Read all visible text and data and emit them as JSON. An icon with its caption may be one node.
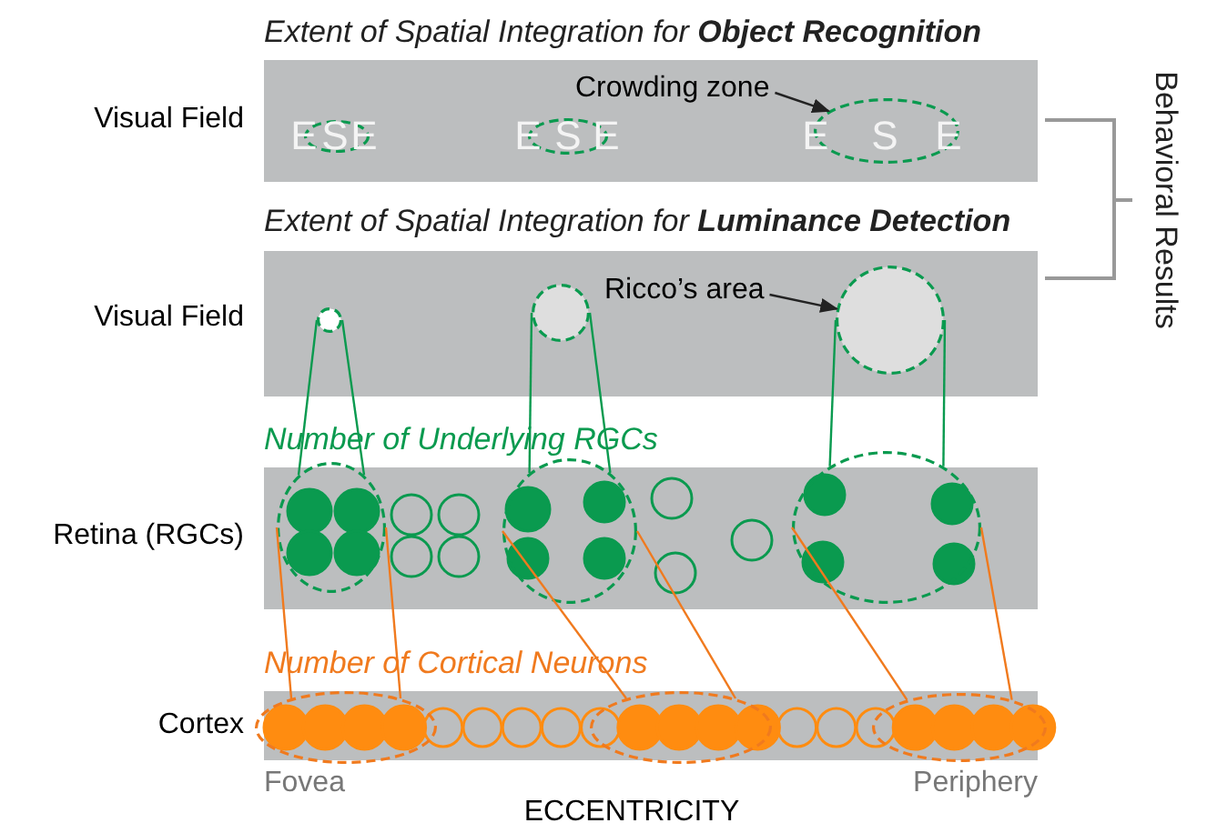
{
  "diagram": {
    "nodes": [
      {
        "text": [
          "Extent of Spatial Integration for **Object Recognition**"
        ],
        "beside": [
          "Visual Field"
        ]
      },
      {
        "text": [],
        "shape": "ellipse",
        "in": 0
      },
      {
        "text": [],
        "shape": "ellipse",
        "in": 0
      },
      {
        "text": [],
        "shape": "ellipse",
        "in": 0
      },
      {
        "text": [
          "Crowding zone"
        ],
        "in": 0
      },
      {
        "text": [
          "Extent of Spatial Integration for **Luminance Detection**"
        ],
        "beside": [
          "Visual Field"
        ]
      },
      {
        "text": [],
        "shape": "circle",
        "in": 5
      },
      {
        "text": [],
        "shape": "circle",
        "in": 5
      },
      {
        "text": [],
        "shape": "circle",
        "in": 5
      },
      {
        "text": [
          "Ricco’s area"
        ],
        "in": 5
      },
      {
        "text": [
          "Number of Underlying RGCs"
        ],
        "beside": [
          "Retina (RGCs)"
        ]
      },
      {
        "text": [],
        "shape": "ellipse",
        "in": 10
      },
      {
        "text": [],
        "shape": "ellipse",
        "in": 10
      },
      {
        "text": [],
        "shape": "ellipse",
        "in": 10
      },
      {
        "text": [
          "Number of Cortical Neurons"
        ],
        "beside": [
          "Cortex"
        ]
      },
      {
        "text": [],
        "shape": "ellipse",
        "in": 14
      },
      {
        "text": [],
        "shape": "ellipse",
        "in": 14
      },
      {
        "text": [],
        "shape": "ellipse",
        "in": 14
      }
    ],
    "edges": [
      {
        "from": 4,
        "to": 3,
        "arrow": "to",
        "color": "#222222"
      },
      {
        "from": 9,
        "to": 8,
        "arrow": "to",
        "color": "#222222"
      },
      {
        "from": 6,
        "to": 11,
        "arrow": "none",
        "color": "#0a9a4f"
      },
      {
        "from": 6,
        "to": 11,
        "arrow": "none",
        "color": "#0a9a4f"
      },
      {
        "from": 7,
        "to": 12,
        "arrow": "none",
        "color": "#0a9a4f"
      },
      {
        "from": 7,
        "to": 12,
        "arrow": "none",
        "color": "#0a9a4f"
      },
      {
        "from": 8,
        "to": 13,
        "arrow": "none",
        "color": "#0a9a4f"
      },
      {
        "from": 8,
        "to": 13,
        "arrow": "none",
        "color": "#0a9a4f"
      },
      {
        "from": 11,
        "to": 15,
        "arrow": "none",
        "color": "#f07a1e"
      },
      {
        "from": 11,
        "to": 15,
        "arrow": "none",
        "color": "#f07a1e"
      },
      {
        "from": 12,
        "to": 16,
        "arrow": "none",
        "color": "#f07a1e"
      },
      {
        "from": 12,
        "to": 16,
        "arrow": "none",
        "color": "#f07a1e"
      },
      {
        "from": 13,
        "to": 17,
        "arrow": "none",
        "color": "#f07a1e"
      },
      {
        "from": 13,
        "to": 17,
        "arrow": "none",
        "color": "#f07a1e"
      }
    ],
    "labels": [
      "E",
      "S",
      "E",
      "E",
      "S",
      "E",
      "E",
      "S",
      "E",
      "Behavioral Results",
      "Fovea",
      "Periphery",
      "ECCENTRICITY"
    ]
  }
}
